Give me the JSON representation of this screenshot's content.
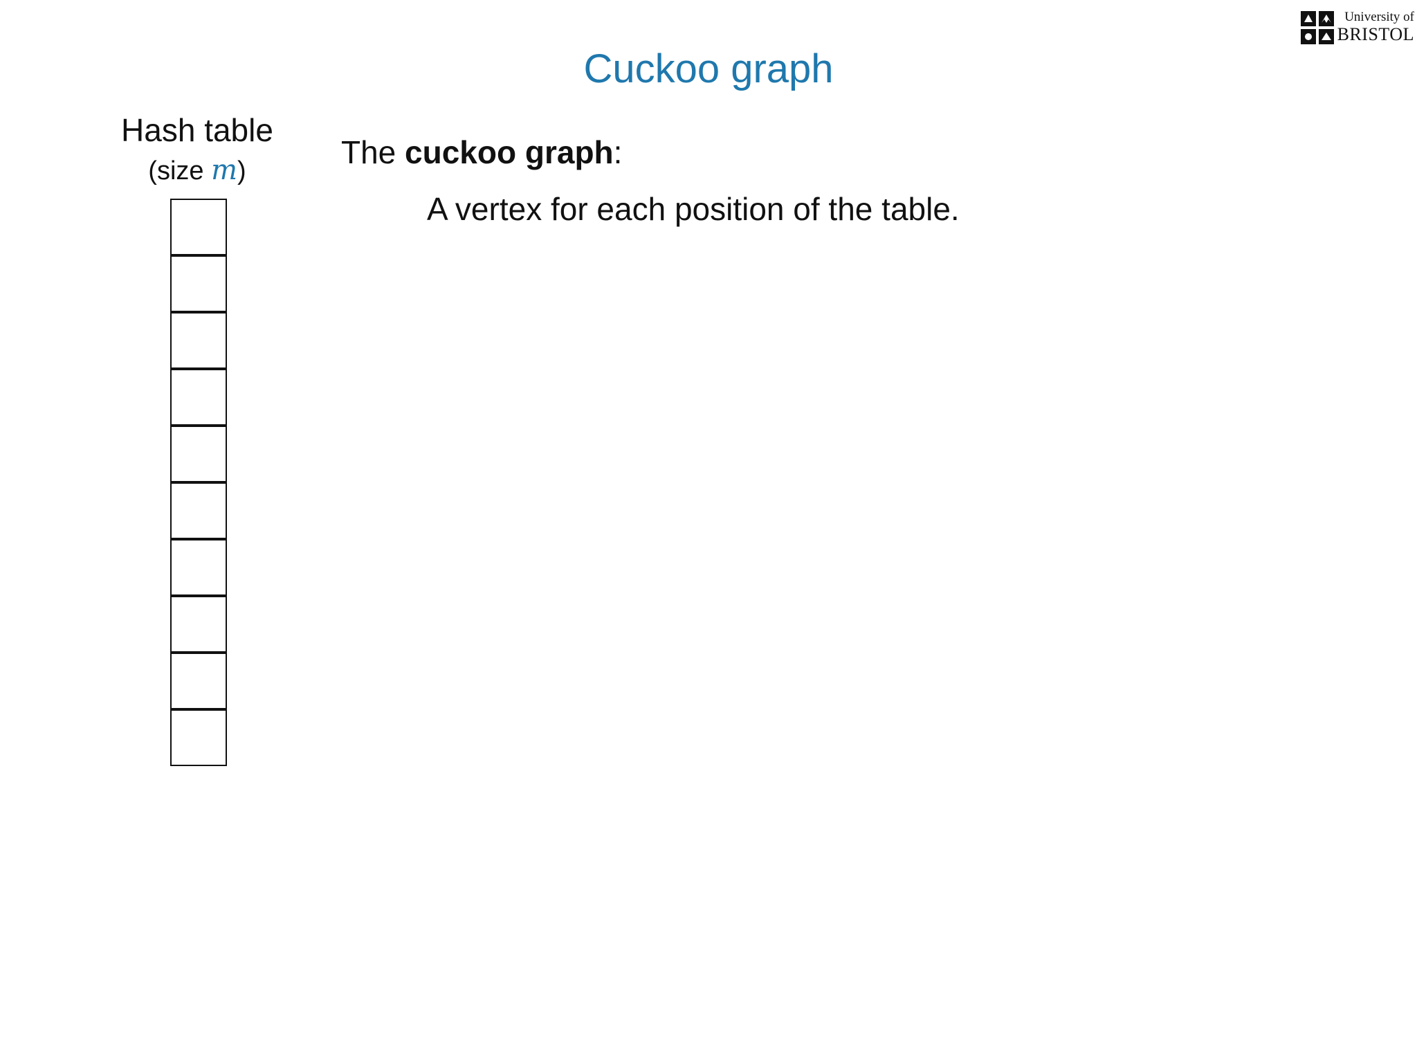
{
  "slide": {
    "title": "Cuckoo graph",
    "logo": {
      "line1": "University of",
      "line2": "BRISTOL"
    },
    "hash_table": {
      "heading": "Hash table",
      "size_prefix": "(size ",
      "size_var": "m",
      "size_suffix": ")",
      "cell_count": 10
    },
    "intro": {
      "prefix": "The ",
      "term": "cuckoo graph",
      "suffix": ":"
    },
    "bullet": "A vertex for each position of the table."
  },
  "colors": {
    "accent": "#1f78ad",
    "text": "#111111",
    "background": "#ffffff"
  }
}
